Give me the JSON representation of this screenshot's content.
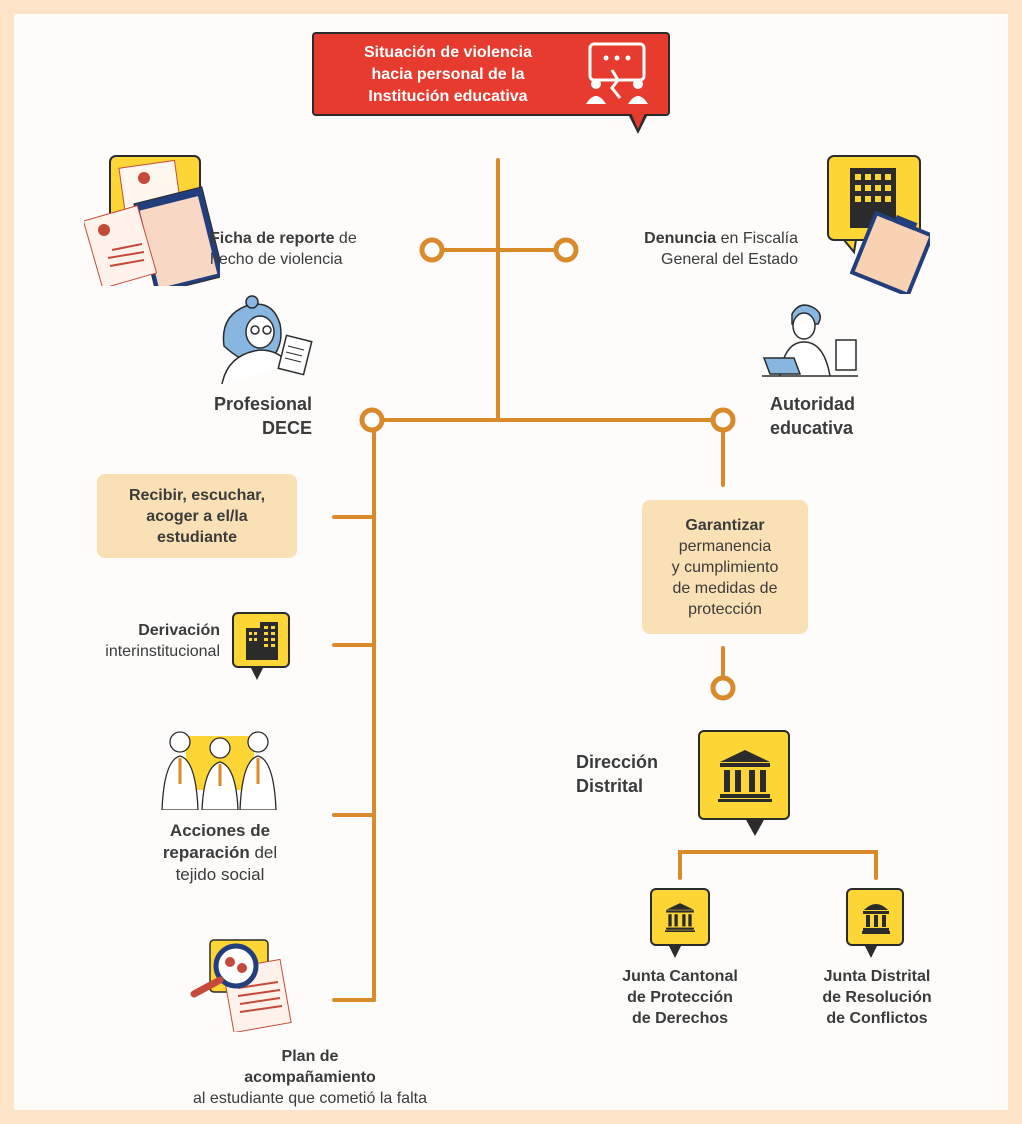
{
  "title": {
    "line1": "Situación de violencia",
    "line2": "hacia personal de la",
    "line3": "Institución educativa"
  },
  "ficha": {
    "bold": "Ficha de reporte",
    "rest": " de",
    "line2": "hecho de violencia"
  },
  "denuncia": {
    "bold": "Denuncia",
    "rest": " en Fiscalía",
    "line2": "General del Estado"
  },
  "profesional": {
    "line1": "Profesional",
    "line2": "DECE"
  },
  "autoridad": {
    "line1": "Autoridad",
    "line2": "educativa"
  },
  "recibir": {
    "line1": "Recibir, escuchar,",
    "line2": "acoger a el/la",
    "line3": "estudiante"
  },
  "garantizar": {
    "bold": "Garantizar",
    "line2": "permanencia",
    "line3": "y cumplimiento",
    "line4": "de medidas de",
    "line5": "protección"
  },
  "derivacion": {
    "bold": "Derivación",
    "line2": "interinstitucional"
  },
  "acciones": {
    "line1": "Acciones de",
    "bold": "reparación",
    "rest": " del",
    "line3": "tejido social"
  },
  "direccion": {
    "line1": "Dirección",
    "line2": "Distrital"
  },
  "junta_cantonal": {
    "line1": "Junta Cantonal",
    "line2": "de Protección",
    "line3": "de Derechos"
  },
  "junta_distrital": {
    "line1": "Junta Distrital",
    "line2": "de Resolución",
    "line3": "de Conflictos"
  },
  "plan": {
    "line1": "Plan de",
    "line2": "acompañamiento",
    "line3": "al estudiante que cometió la falta"
  },
  "icons": [
    "speech-bubble-icon",
    "conflict-people-icon",
    "document-report-icon",
    "building-icon",
    "clipboard-icon",
    "professional-woman-icon",
    "authority-man-laptop-icon",
    "courthouse-icon",
    "people-group-icon",
    "magnifier-document-icon"
  ],
  "colors": {
    "accent_orange": "#d98a2b",
    "title_red": "#e63b2e",
    "yellow": "#fdd535",
    "beige": "#f9e1b5",
    "page_border": "#fde4c8"
  }
}
